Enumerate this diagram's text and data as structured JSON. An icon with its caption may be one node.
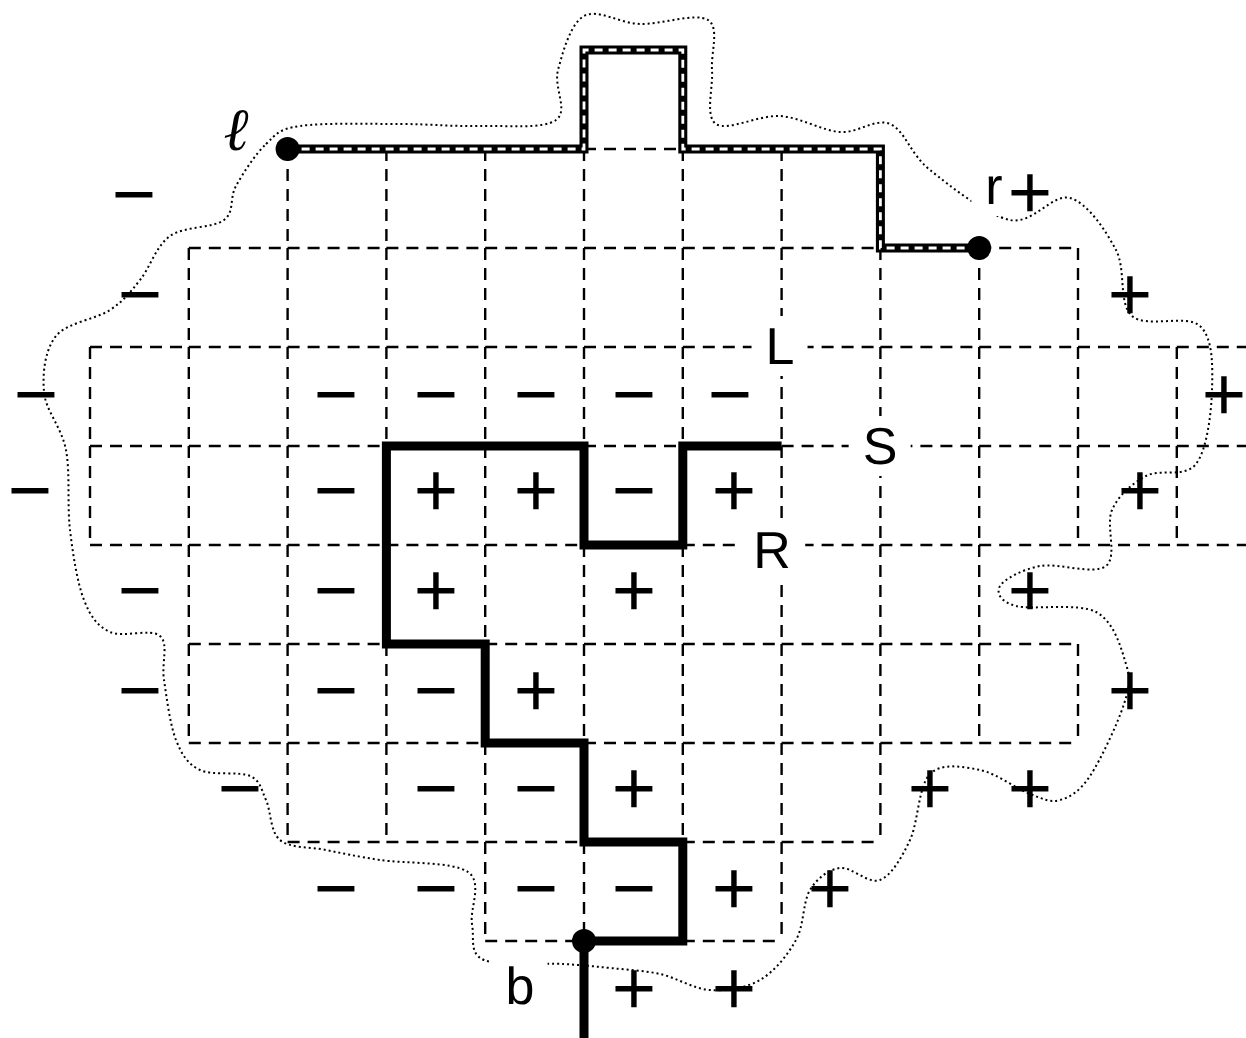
{
  "diagram": {
    "labels": [
      "ℓ",
      "−",
      "r",
      "+",
      "−",
      "+",
      "L",
      "−",
      "−",
      "−",
      "−",
      "−",
      "−",
      "+",
      "S",
      "−",
      "−",
      "+",
      "+",
      "−",
      "+",
      "+",
      "R",
      "−",
      "−",
      "+",
      "+",
      "+",
      "−",
      "−",
      "−",
      "+",
      "+",
      "−",
      "−",
      "−",
      "+",
      "+",
      "+",
      "−",
      "−",
      "−",
      "−",
      "+",
      "+",
      "b",
      "+",
      "+"
    ]
  }
}
